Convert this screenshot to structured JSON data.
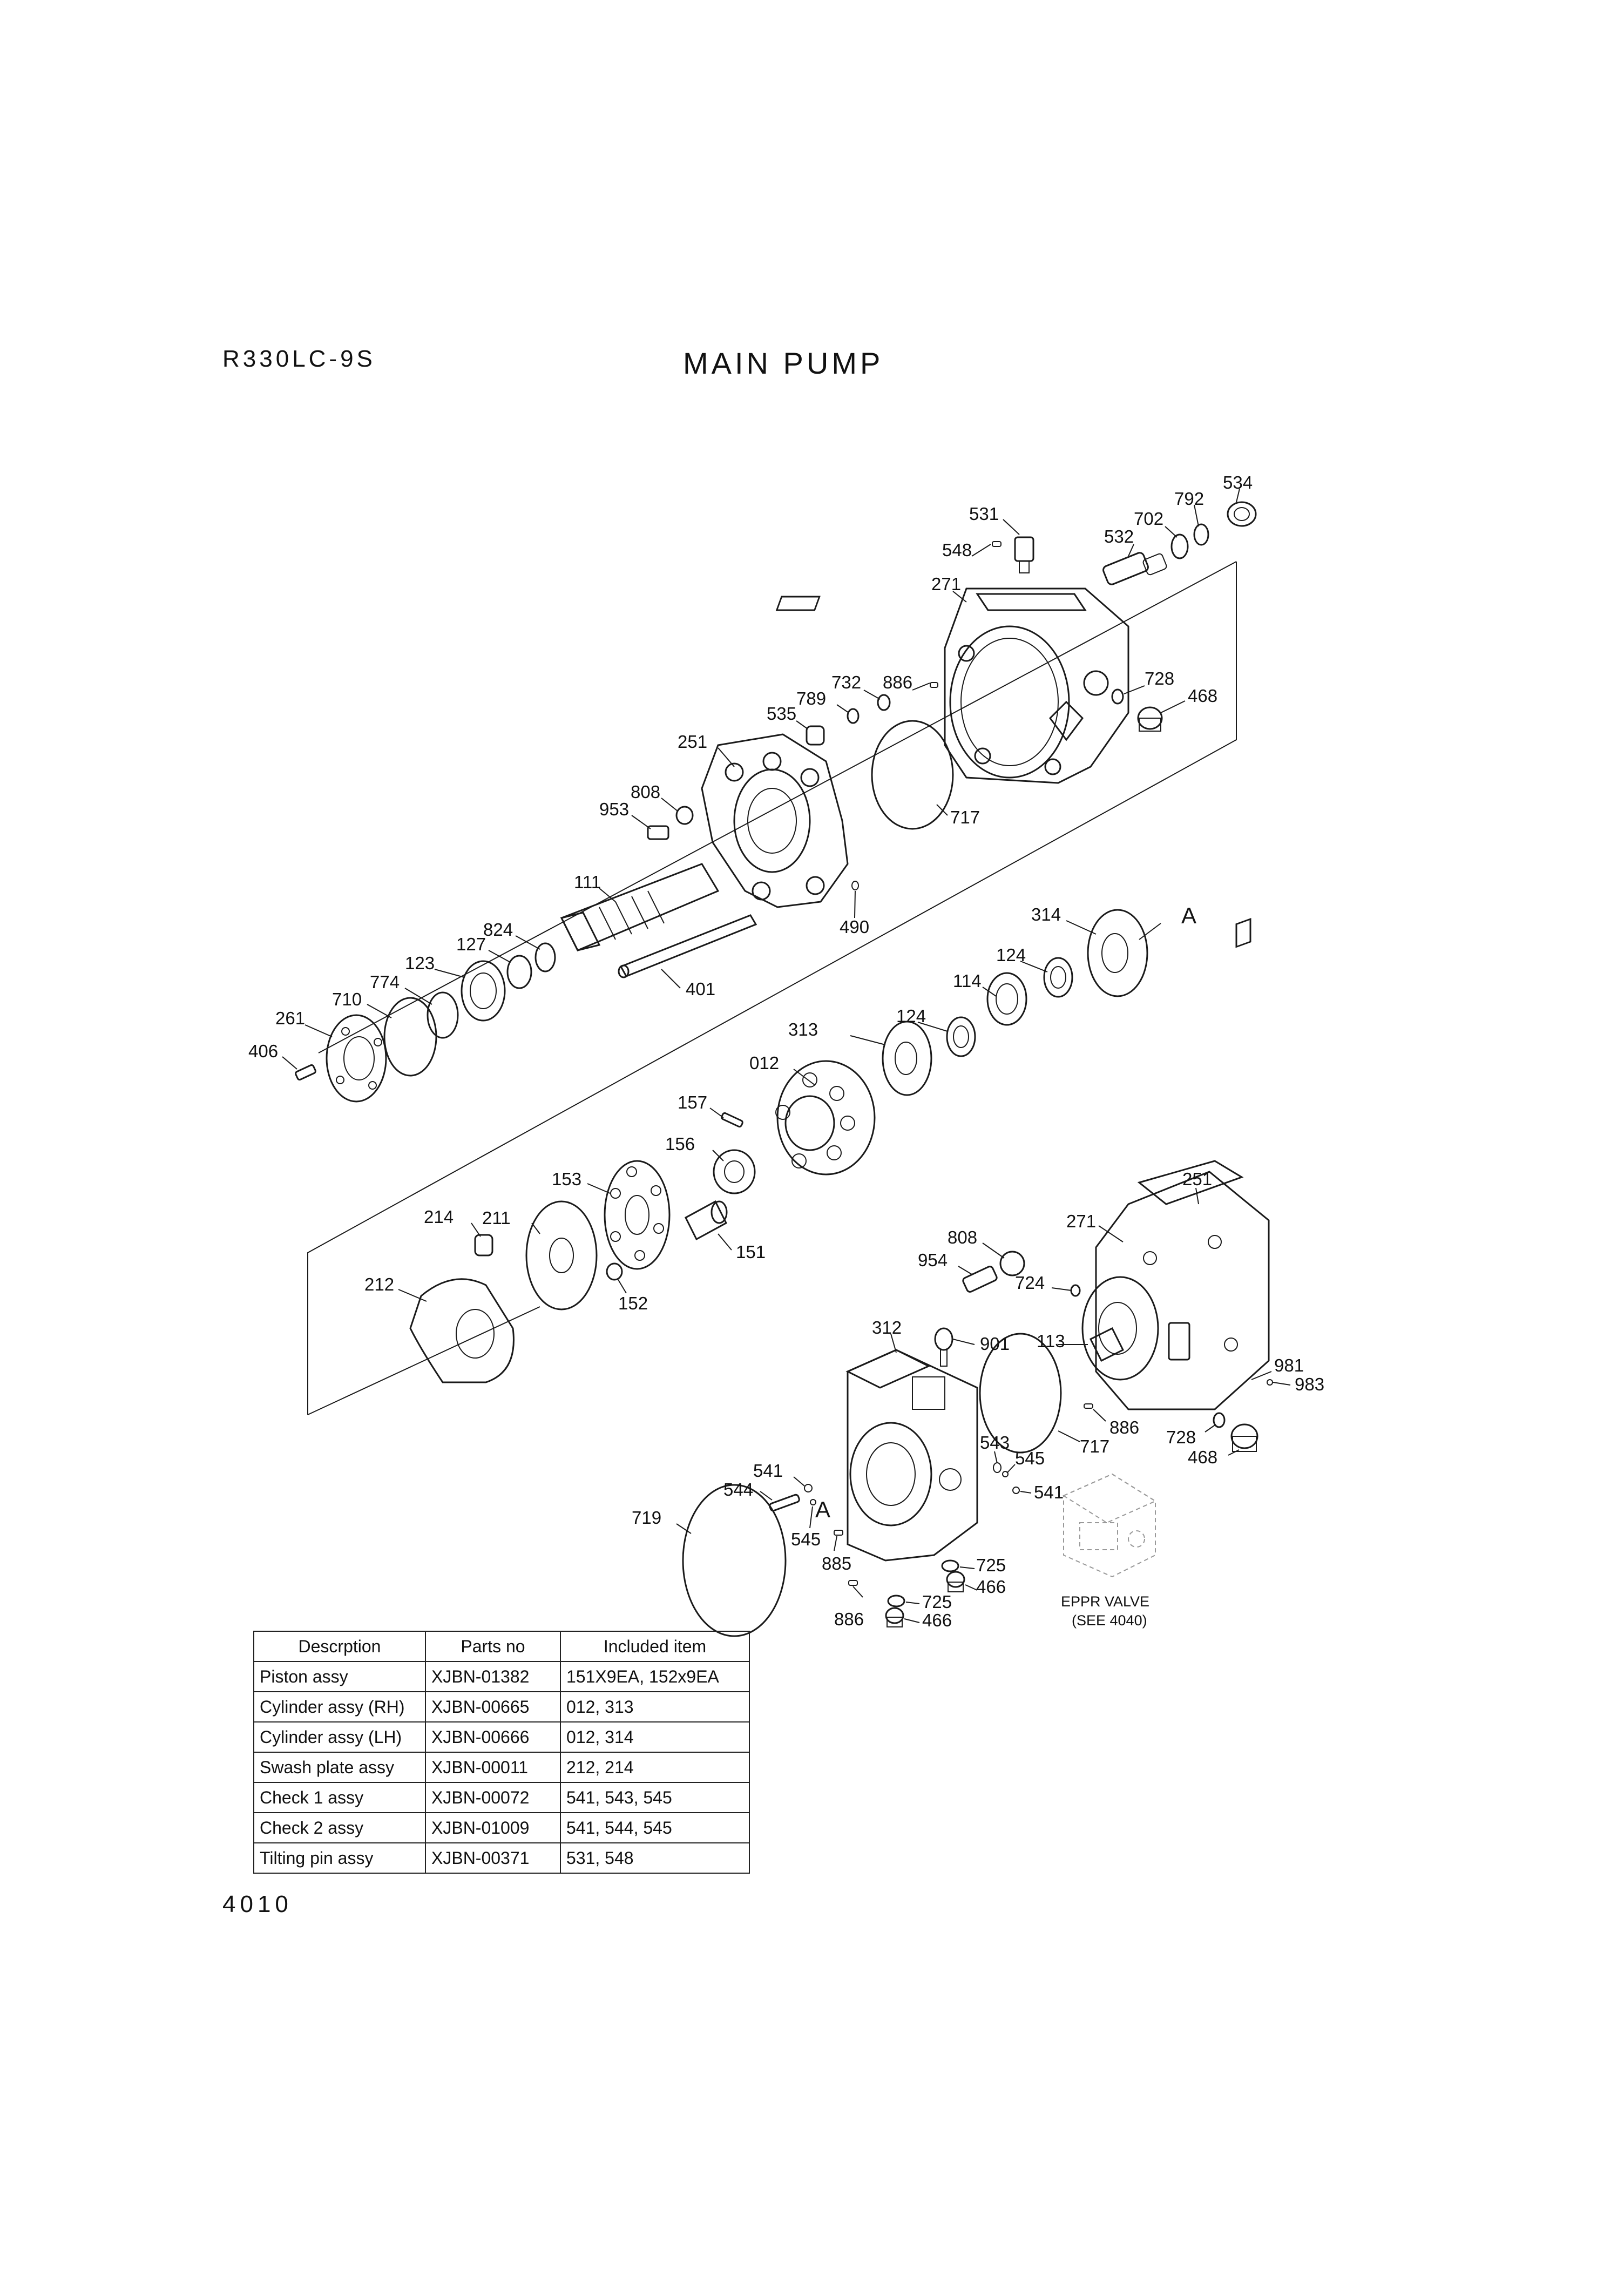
{
  "header": {
    "model": "R330LC-9S",
    "title": "MAIN PUMP"
  },
  "page_number": "4010",
  "callouts": {
    "c534": "534",
    "c792": "792",
    "c702": "702",
    "c531": "531",
    "c532": "532",
    "c548": "548",
    "c271a": "271",
    "c732": "732",
    "c886a": "886",
    "c789": "789",
    "c535": "535",
    "c728a": "728",
    "c468a": "468",
    "c251a": "251",
    "c717a": "717",
    "c808a": "808",
    "c953": "953",
    "c111": "111",
    "c490": "490",
    "c824": "824",
    "c127": "127",
    "c123": "123",
    "c774": "774",
    "c710": "710",
    "c261": "261",
    "c406": "406",
    "c401": "401",
    "c314": "314",
    "cA1": "A",
    "c124a": "124",
    "c114": "114",
    "c124b": "124",
    "c313": "313",
    "c012": "012",
    "c157": "157",
    "c156": "156",
    "c153": "153",
    "c214": "214",
    "c211": "211",
    "c151": "151",
    "c212": "212",
    "c152": "152",
    "c251b": "251",
    "c271b": "271",
    "c808b": "808",
    "c954": "954",
    "c724": "724",
    "c901": "901",
    "c312": "312",
    "c113": "113",
    "c981": "981",
    "c983": "983",
    "c886b": "886",
    "c728b": "728",
    "c468b": "468",
    "c717b": "717",
    "c543": "543",
    "c545a": "545",
    "c541a": "541",
    "c541b": "541",
    "c544": "544",
    "cA2": "A",
    "c545b": "545",
    "c719": "719",
    "c885": "885",
    "c725a": "725",
    "c466a": "466",
    "c725b": "725",
    "c886c": "886",
    "c466b": "466"
  },
  "eppr_note": {
    "line1": "EPPR VALVE",
    "line2": "(SEE 4040)"
  },
  "parts_table": {
    "headers": [
      "Descrption",
      "Parts no",
      "Included item"
    ],
    "rows": [
      [
        "Piston assy",
        "XJBN-01382",
        "151X9EA, 152x9EA"
      ],
      [
        "Cylinder assy (RH)",
        "XJBN-00665",
        "012, 313"
      ],
      [
        "Cylinder assy (LH)",
        "XJBN-00666",
        "012, 314"
      ],
      [
        "Swash plate assy",
        "XJBN-00011",
        "212, 214"
      ],
      [
        "Check 1 assy",
        "XJBN-00072",
        "541, 543, 545"
      ],
      [
        "Check 2 assy",
        "XJBN-01009",
        "541, 544, 545"
      ],
      [
        "Tilting pin assy",
        "XJBN-00371",
        "531, 548"
      ]
    ]
  }
}
